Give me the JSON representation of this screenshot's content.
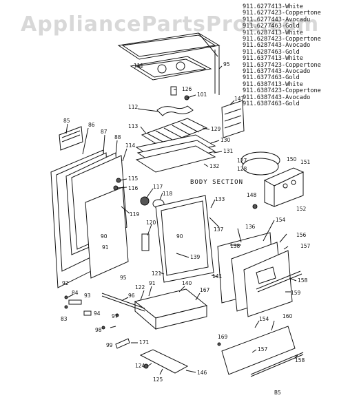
{
  "watermark": "AppliancePartsPros.com",
  "model_list": [
    "911.6277413-White",
    "911.6277423-Coppertone",
    "911.6277443-Avocadu",
    "911.6277463-Gold",
    "911.6287413-White",
    "911.6287423-Coppertone",
    "911.6287443-Avocado",
    "911.6287463-Gold",
    "911.6377413-White",
    "911.6377423-Coppertone",
    "911.6377443-Avocado",
    "911.6377463-Gold",
    "911.6387413-White",
    "911.6387423-Coppertone",
    "911.6387443-Avocado",
    "911.6387463-Gold"
  ],
  "section_title": "BODY SECTION",
  "page_code": "B5",
  "callouts": [
    "85",
    "86",
    "87",
    "88",
    "114",
    "115",
    "116",
    "117",
    "118",
    "119",
    "90",
    "91",
    "92",
    "95",
    "111",
    "126",
    "101",
    "112",
    "113",
    "129",
    "130",
    "131",
    "132",
    "95",
    "147",
    "127",
    "128",
    "150",
    "151",
    "152",
    "148",
    "133",
    "120",
    "90",
    "139",
    "121",
    "137",
    "136",
    "138",
    "154",
    "156",
    "157",
    "158",
    "159",
    "141",
    "84",
    "93",
    "83",
    "94",
    "96",
    "122",
    "91",
    "140",
    "167",
    "97",
    "98",
    "99",
    "171",
    "124",
    "125",
    "146",
    "169",
    "154",
    "160",
    "157",
    "158"
  ]
}
